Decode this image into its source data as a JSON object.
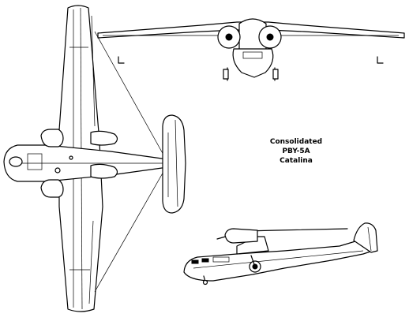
{
  "caption": {
    "manufacturer": "Consolidated",
    "model": "PBY-5A",
    "name": "Catalina"
  }
}
